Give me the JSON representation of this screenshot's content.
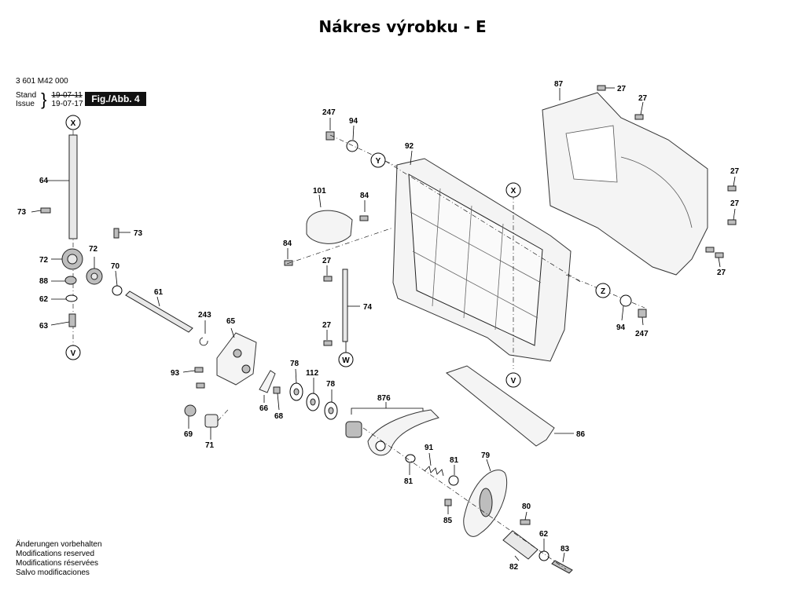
{
  "title": "Nákres výrobku - E",
  "header": {
    "part_number": "3 601 M42 000",
    "stand_label": "Stand",
    "issue_label": "Issue",
    "date_old": "19-07-11",
    "date_new": "19-07-17",
    "figure_tag": "Fig./Abb. 4"
  },
  "footer": {
    "notes": [
      "Änderungen vorbehalten",
      "Modifications reserved",
      "Modifications réservées",
      "Salvo modificaciones"
    ]
  },
  "reference_points": [
    "X",
    "V",
    "Y",
    "W",
    "Z",
    "X",
    "V"
  ],
  "part_labels": {
    "p64": "64",
    "p73a": "73",
    "p73b": "73",
    "p72a": "72",
    "p72b": "72",
    "p70": "70",
    "p88": "88",
    "p62a": "62",
    "p63": "63",
    "p61": "61",
    "p243": "243",
    "p65": "65",
    "p93": "93",
    "p69": "69",
    "p71": "71",
    "p66": "66",
    "p68": "68",
    "p78a": "78",
    "p112": "112",
    "p78b": "78",
    "p876": "876",
    "p91": "91",
    "p81a": "81",
    "p81b": "81",
    "p79": "79",
    "p80": "80",
    "p85": "85",
    "p62b": "62",
    "p83": "83",
    "p82": "82",
    "p86": "86",
    "p101": "101",
    "p84a": "84",
    "p84b": "84",
    "p27a": "27",
    "p74": "74",
    "p27b": "27",
    "p247a": "247",
    "p94a": "94",
    "p92": "92",
    "p87": "87",
    "p27c": "27",
    "p27d": "27",
    "p27e": "27",
    "p27f": "27",
    "p27g": "27",
    "p94b": "94",
    "p247b": "247"
  }
}
